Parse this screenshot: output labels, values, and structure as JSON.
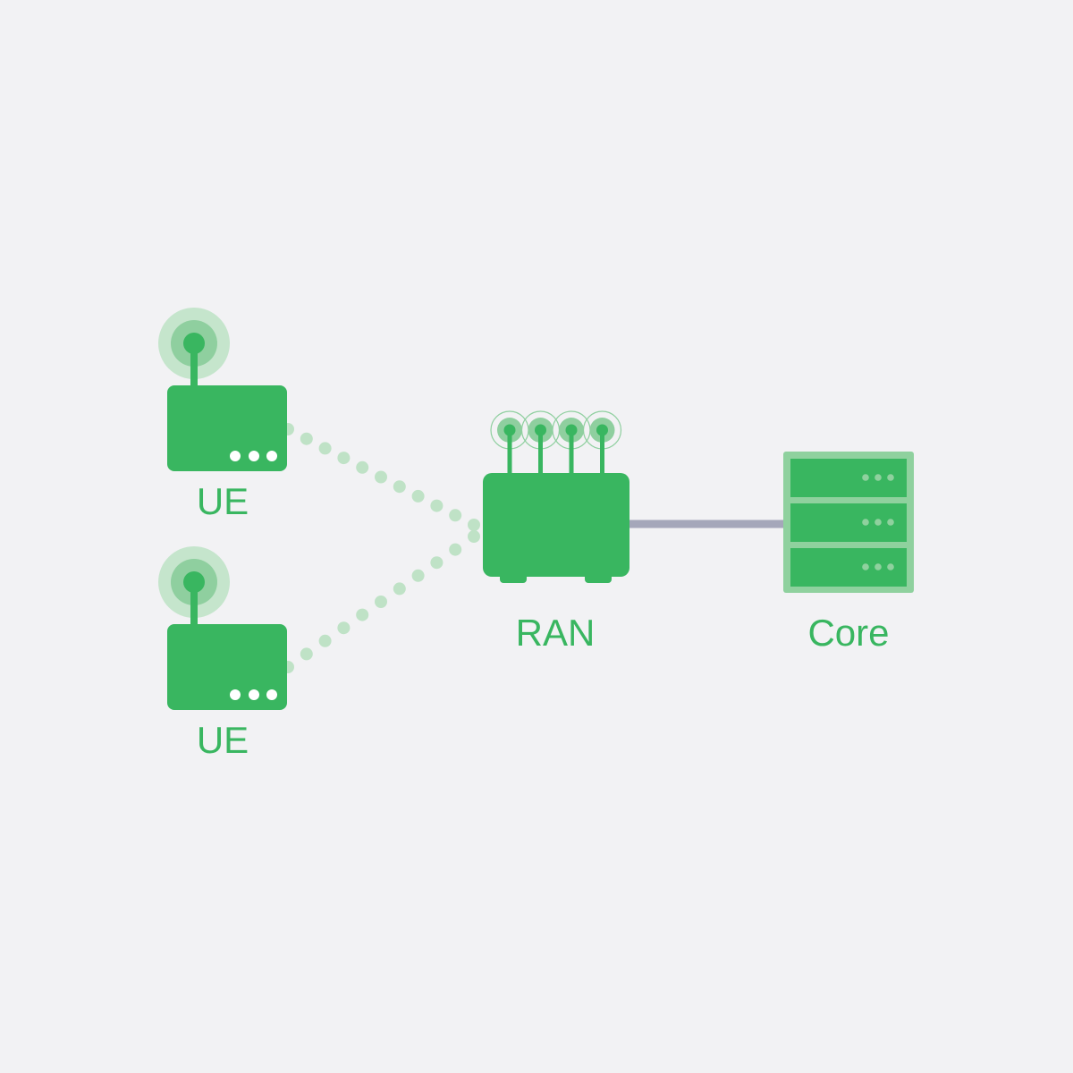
{
  "diagram": {
    "colors": {
      "background": "#f2f2f4",
      "device": "#39b660",
      "signal_light": "#c5e5cc",
      "signal_mid": "#8fcf9f",
      "link_wireless": "#bfe2c6",
      "link_wired": "#a5a7ba",
      "server_frame": "#8fd19e",
      "indicator_white": "#ffffff",
      "indicator_server": "#8fd19e"
    },
    "nodes": [
      {
        "id": "ue1",
        "type": "ue",
        "label": "UE"
      },
      {
        "id": "ue2",
        "type": "ue",
        "label": "UE"
      },
      {
        "id": "ran",
        "type": "ran",
        "label": "RAN",
        "antennas": 4
      },
      {
        "id": "core",
        "type": "core",
        "label": "Core",
        "server_units": 3
      }
    ],
    "links": [
      {
        "from": "ue1",
        "to": "ran",
        "style": "wireless-dotted"
      },
      {
        "from": "ue2",
        "to": "ran",
        "style": "wireless-dotted"
      },
      {
        "from": "ran",
        "to": "core",
        "style": "wired-solid"
      }
    ]
  }
}
